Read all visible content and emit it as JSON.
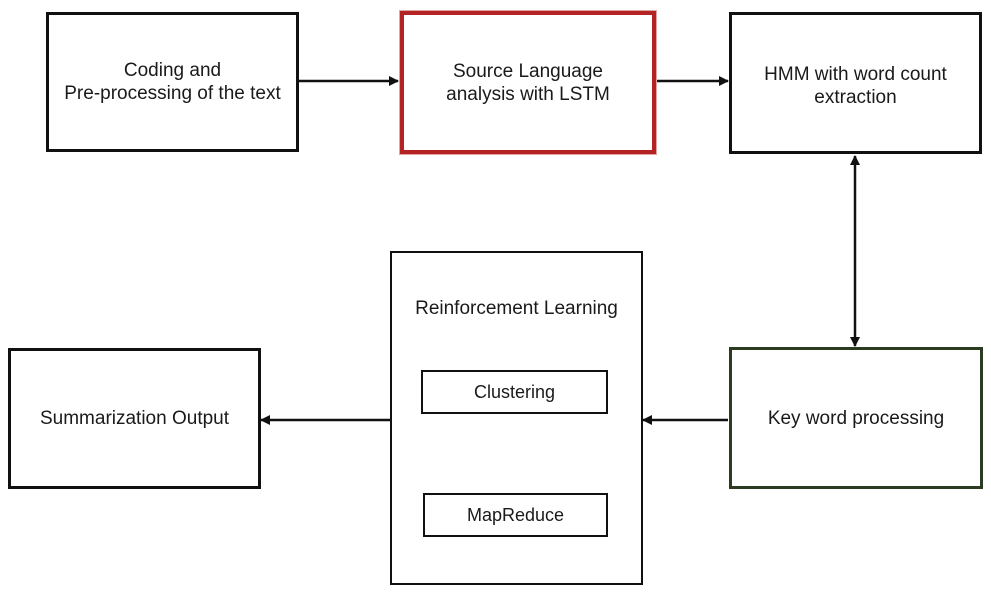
{
  "nodes": {
    "coding": {
      "line1": "Coding and",
      "line2": "Pre-processing of the text"
    },
    "source": {
      "line1": "Source Language",
      "line2": "analysis with LSTM"
    },
    "hmm": {
      "line1": "HMM with word count",
      "line2": "extraction"
    },
    "keyword": {
      "label": "Key word processing"
    },
    "rl": {
      "title": "Reinforcement Learning",
      "clustering": "Clustering",
      "mapreduce": "MapReduce"
    },
    "summary": {
      "label": "Summarization Output"
    }
  },
  "colors": {
    "stroke": "#111111",
    "highlight_border": "#b42323",
    "keyword_border": "#2b3b22"
  }
}
